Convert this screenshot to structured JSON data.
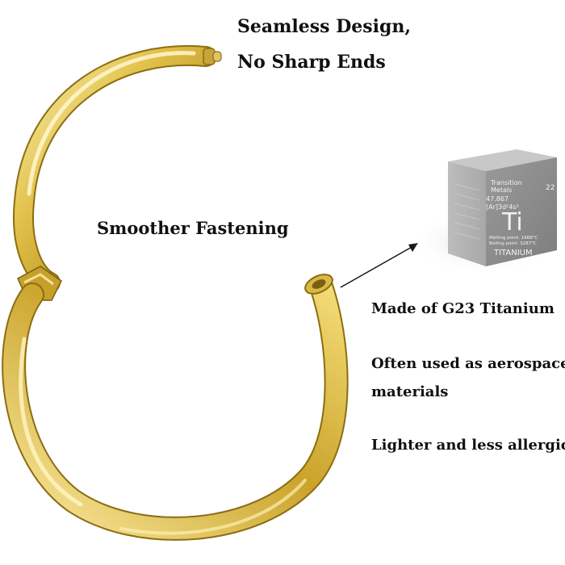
{
  "captions": {
    "seamless_line1": "Seamless Design,",
    "seamless_line2": "No Sharp Ends",
    "smoother": "Smoother Fastening",
    "material": "Made of G23 Titanium",
    "aerospace_line1": "Often used as aerospace",
    "aerospace_line2": "materials",
    "lighter": "Lighter and less allergic"
  },
  "element_cube": {
    "category_line1": "Transition",
    "category_line2": "Metals",
    "atomic_number": "22",
    "atomic_mass": "47.867",
    "electron_config": "[Ar]3d²4s²",
    "symbol": "Ti",
    "melting_point": "Melting point: 1668°C",
    "boiling_point": "Boiling point: 3287°C",
    "name": "TITANIUM"
  },
  "colors": {
    "ring_gold": "#d9b536",
    "ring_highlight": "#fbf1b8",
    "ring_shadow": "#8c6d12",
    "cube_front": "#8f8f8f",
    "cube_side": "#b5b5b5",
    "cube_top": "#c8c8c8"
  }
}
